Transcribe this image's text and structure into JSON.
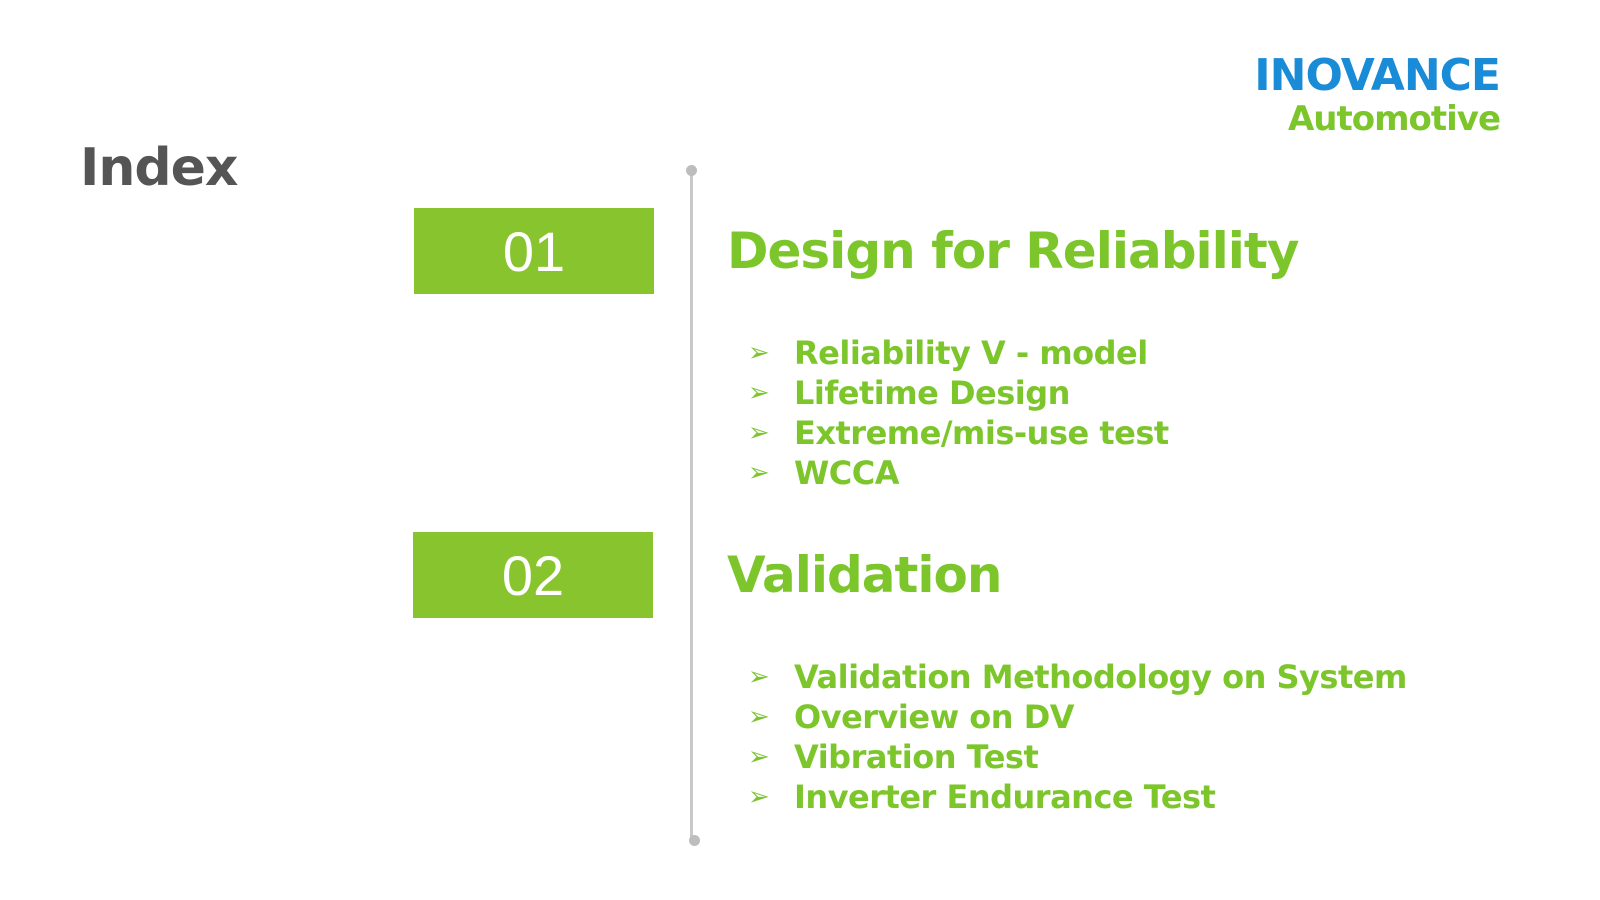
{
  "logo": {
    "brand": "INOVANCE",
    "division": "Automotive"
  },
  "page_title": "Index",
  "sections": [
    {
      "number": "01",
      "title": "Design for Reliability",
      "items": [
        "Reliability V - model",
        "Lifetime Design",
        "Extreme/mis-use test",
        "WCCA"
      ]
    },
    {
      "number": "02",
      "title": "Validation",
      "items": [
        "Validation Methodology on System",
        "Overview on DV",
        "Vibration Test",
        "Inverter Endurance Test"
      ]
    }
  ],
  "bullet_icon": "arrow-bullet-icon",
  "colors": {
    "accent_green": "#7cc62c",
    "box_green": "#88c42d",
    "brand_blue": "#1a8bd6",
    "title_gray": "#555555",
    "timeline_gray": "#c8c8c8"
  }
}
